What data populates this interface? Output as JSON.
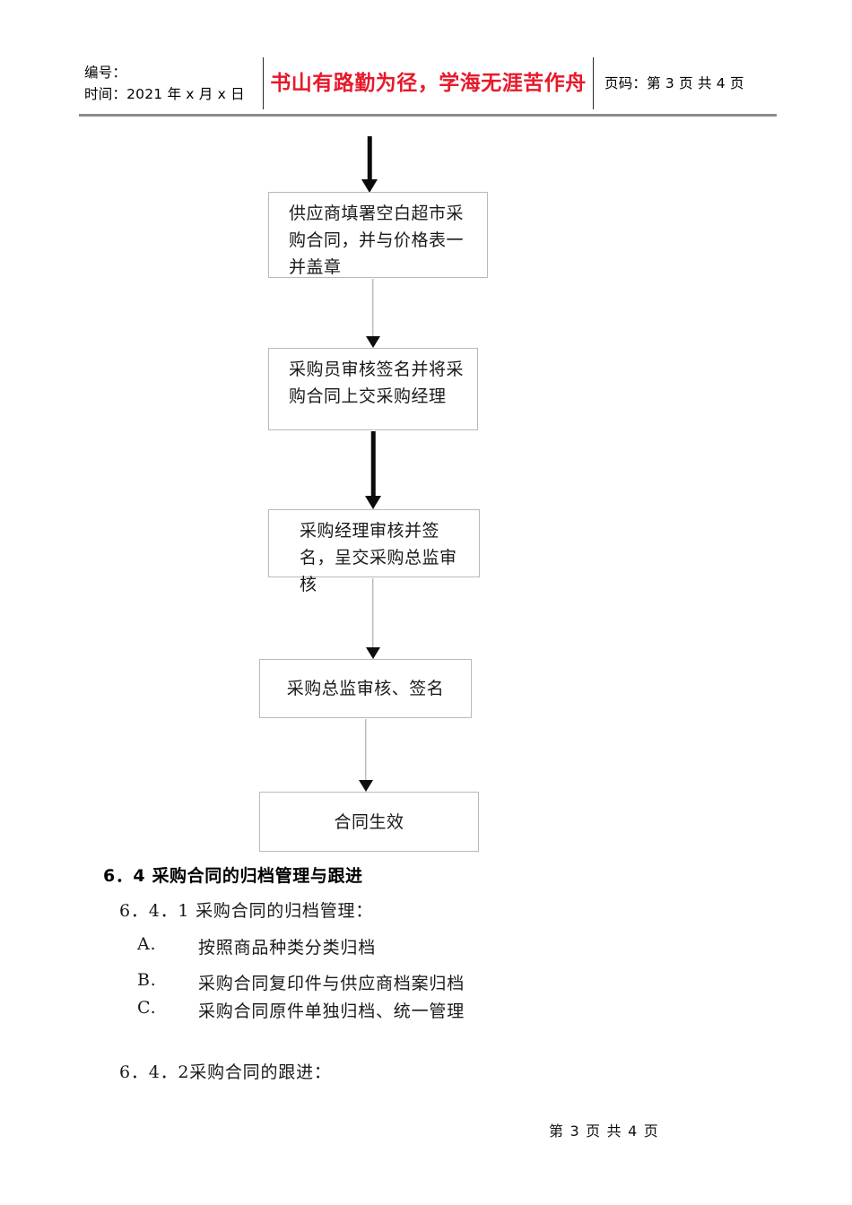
{
  "header": {
    "left": {
      "line1": "编号：",
      "line2": "时间：2021 年 x 月 x 日"
    },
    "motto": "书山有路勤为径，学海无涯苦作舟",
    "right": {
      "page_label": "页码：第 3 页  共 4 页"
    },
    "motto_color": "#e8192a"
  },
  "flowchart": {
    "type": "flow",
    "nodes": [
      {
        "id": "box-1",
        "text": "供应商填署空白超市采购合同，并与价格表一并盖章"
      },
      {
        "id": "box-2",
        "text": "采购员审核签名并将采购合同上交采购经理"
      },
      {
        "id": "box-3",
        "text": "采购经理审核并签名，呈交采购总监审核"
      },
      {
        "id": "box-4",
        "text": "采购总监审核、签名"
      },
      {
        "id": "box-5",
        "text": "合同生效"
      }
    ],
    "connectors": [
      {
        "id": "conn-0",
        "style": "thick",
        "from": "above-page",
        "to": "box-1"
      },
      {
        "id": "conn-1",
        "style": "thin",
        "from": "box-1",
        "to": "box-2"
      },
      {
        "id": "conn-2",
        "style": "thick",
        "from": "box-2",
        "to": "box-3"
      },
      {
        "id": "conn-3",
        "style": "thin",
        "from": "box-3",
        "to": "box-4"
      },
      {
        "id": "conn-4",
        "style": "thin",
        "from": "box-4",
        "to": "box-5"
      }
    ]
  },
  "body": {
    "section_heading": "6．4 采购合同的归档管理与跟进",
    "sub_641": "6．4．1 采购合同的归档管理：",
    "list": [
      {
        "marker": "A.",
        "text": "按照商品种类分类归档"
      },
      {
        "marker": "B.",
        "text": "采购合同复印件与供应商档案归档"
      },
      {
        "marker": "C.",
        "text": "采购合同原件单独归档、统一管理"
      }
    ],
    "sub_642": "6．4．2采购合同的跟进："
  },
  "footer": {
    "page_number": "第 3 页 共 4 页"
  }
}
